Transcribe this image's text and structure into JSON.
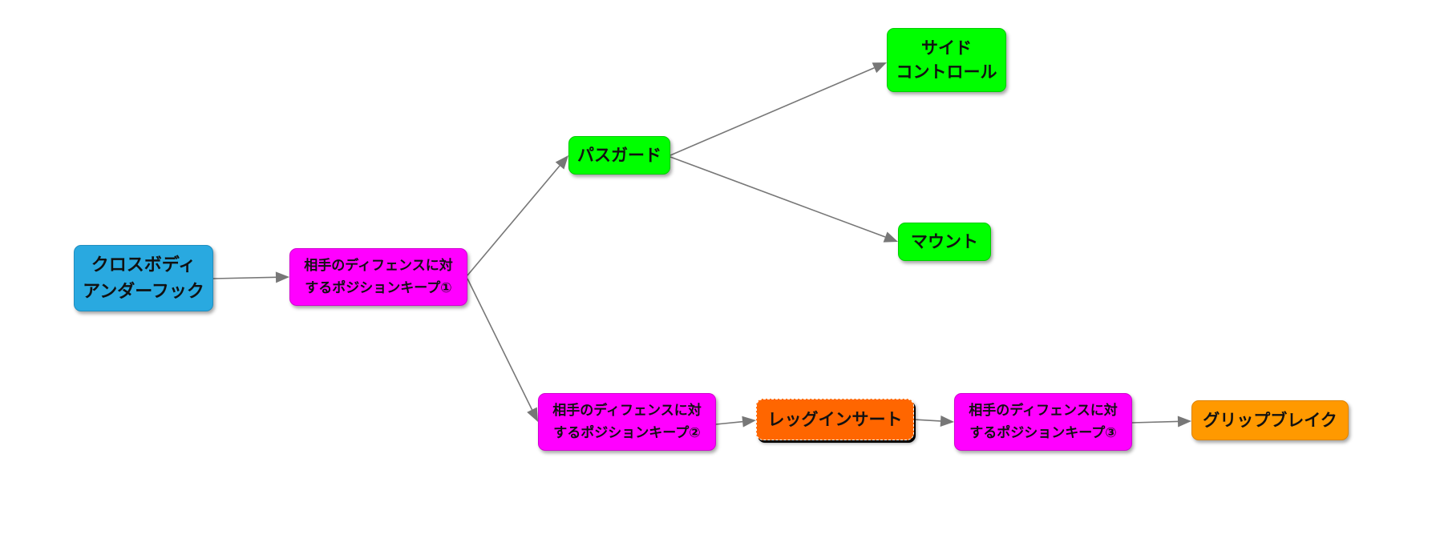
{
  "nodes": {
    "cross_body": {
      "label": "クロスボディ\nアンダーフック",
      "color": "#29a9e0"
    },
    "keep1": {
      "label": "相手のディフェンスに対\nするポジションキープ①",
      "color": "#ff00ff"
    },
    "pass_guard": {
      "label": "パスガード",
      "color": "#00ff00"
    },
    "side_control": {
      "label": "サイド\nコントロール",
      "color": "#00ff00"
    },
    "mount": {
      "label": "マウント",
      "color": "#00ff00"
    },
    "keep2": {
      "label": "相手のディフェンスに対\nするポジションキープ②",
      "color": "#ff00ff"
    },
    "leg_insert": {
      "label": "レッグインサート",
      "color": "#ff6600"
    },
    "keep3": {
      "label": "相手のディフェンスに対\nするポジションキープ③",
      "color": "#ff00ff"
    },
    "grip_break": {
      "label": "グリップブレイク",
      "color": "#ff9900"
    }
  },
  "edges": [
    {
      "from": "cross_body",
      "to": "keep1"
    },
    {
      "from": "keep1",
      "to": "pass_guard"
    },
    {
      "from": "keep1",
      "to": "keep2"
    },
    {
      "from": "pass_guard",
      "to": "side_control"
    },
    {
      "from": "pass_guard",
      "to": "mount"
    },
    {
      "from": "keep2",
      "to": "leg_insert"
    },
    {
      "from": "leg_insert",
      "to": "keep3"
    },
    {
      "from": "keep3",
      "to": "grip_break"
    }
  ],
  "edge_color": "#777777"
}
